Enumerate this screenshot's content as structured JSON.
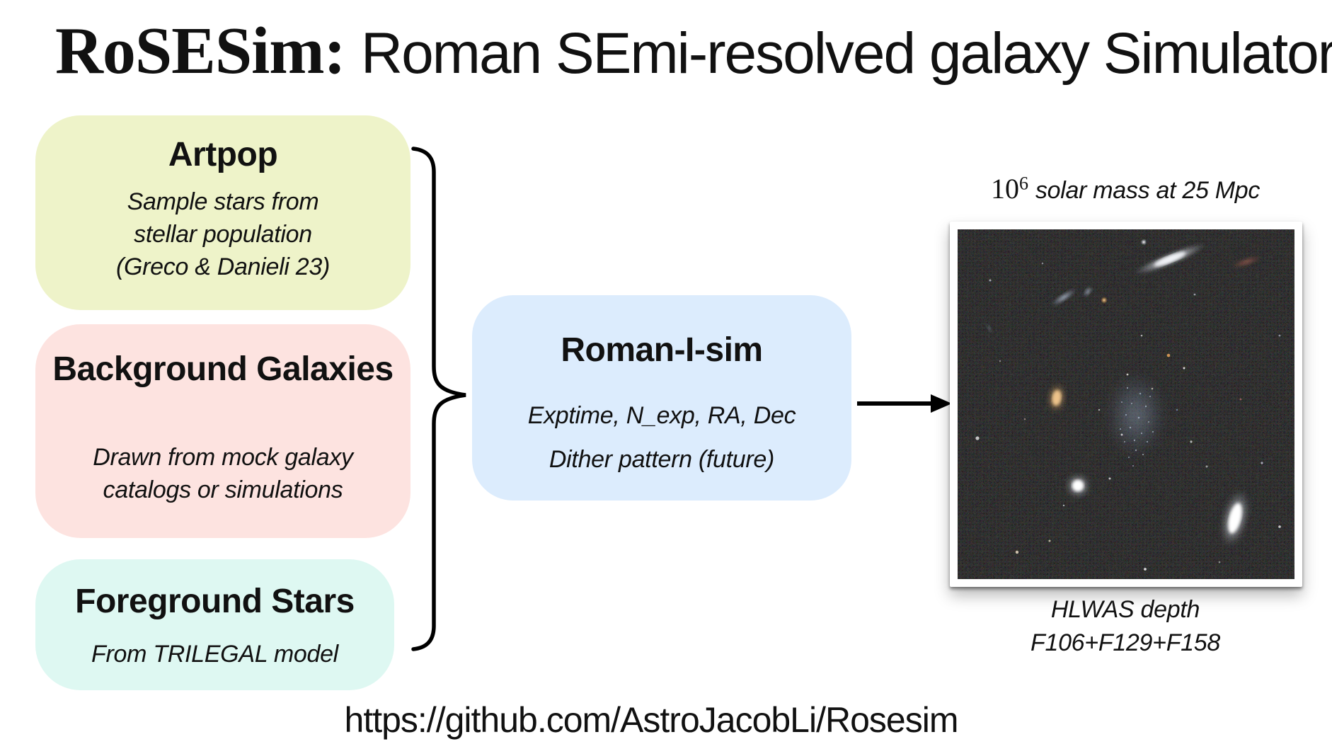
{
  "title": {
    "brand": "RoSESim:",
    "subtitle": "Roman SEmi-resolved galaxy Simulator"
  },
  "colors": {
    "artpop": "#eef3c9",
    "background_galaxies": "#fde3e0",
    "foreground_stars": "#def8f2",
    "roman_i_sim": "#dcecfd",
    "connector": "#000000"
  },
  "input_boxes": [
    {
      "heading": "Artpop",
      "lines": [
        "Sample stars from",
        "stellar population",
        "(Greco & Danieli 23)"
      ]
    },
    {
      "heading": "Background Galaxies",
      "lines": [
        "Drawn from mock galaxy",
        "catalogs or simulations"
      ]
    },
    {
      "heading": "Foreground Stars",
      "lines": [
        "From TRILEGAL model"
      ]
    }
  ],
  "sim_box": {
    "heading": "Roman-I-sim",
    "lines": [
      "Exptime, N_exp, RA, Dec",
      "Dither pattern (future)"
    ]
  },
  "result": {
    "caption_top_base": "10",
    "caption_top_exp": "6",
    "caption_top_rest": "solar mass at 25 Mpc",
    "caption_bottom": [
      "HLWAS depth",
      "F106+F129+F158"
    ]
  },
  "footer_url": "https://github.com/AstroJacobLi/Rosesim"
}
